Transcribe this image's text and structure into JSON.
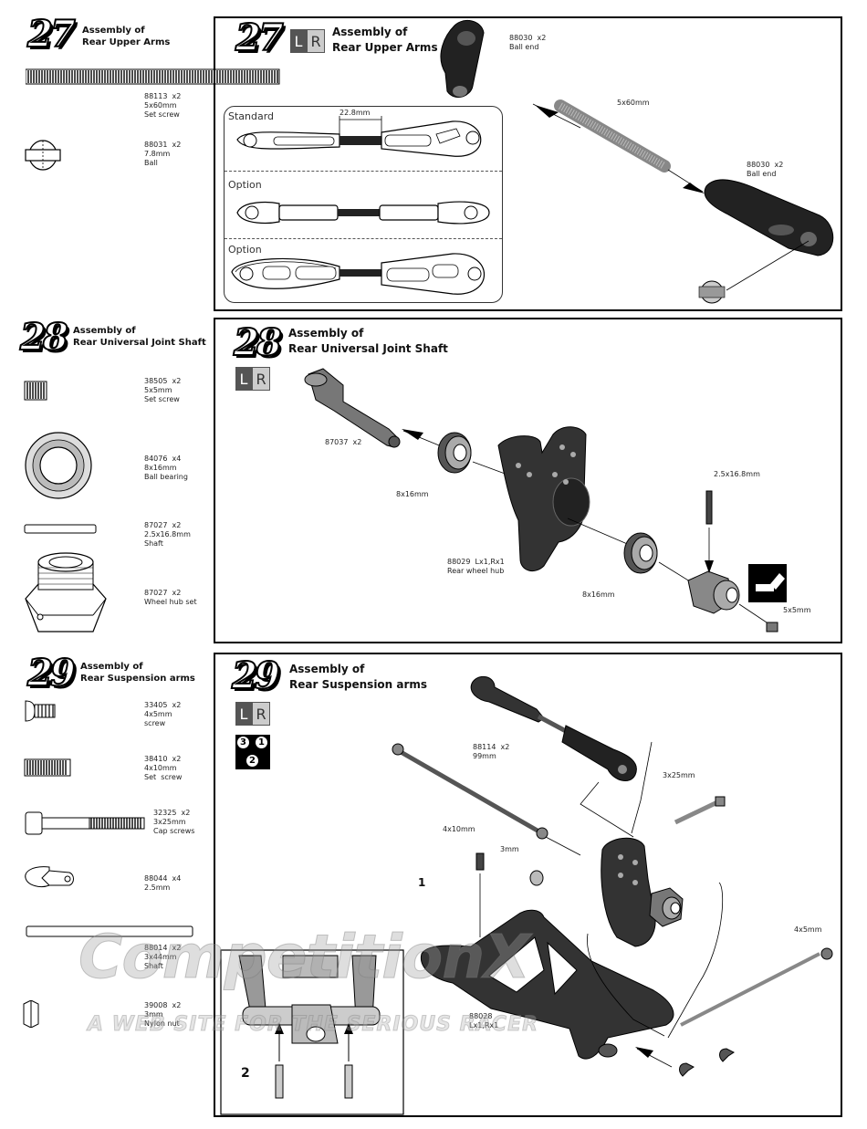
{
  "steps": [
    {
      "number": "27",
      "title": "Assembly of\nRear Upper Arms",
      "parts": [
        {
          "code": "88113  x2\n5x60mm\nSet screw"
        },
        {
          "code": "88031  x2\n7.8mm\nBall"
        }
      ],
      "diagram": {
        "side_badge": [
          "L",
          "R"
        ],
        "variants": [
          "Standard",
          "Option",
          "Option"
        ],
        "dimension": "22.8mm",
        "callouts": [
          "88030  x2\nBall end",
          "5x60mm",
          "88030  x2\nBall end"
        ]
      }
    },
    {
      "number": "28",
      "title": "Assembly of\nRear Universal Joint Shaft",
      "parts": [
        {
          "code": "38505  x2\n5x5mm\nSet screw"
        },
        {
          "code": "84076  x4\n8x16mm\nBall bearing"
        },
        {
          "code": "87027  x2\n2.5x16.8mm\nShaft"
        },
        {
          "code": "87027  x2\nWheel hub set"
        }
      ],
      "diagram": {
        "side_badge": [
          "L",
          "R"
        ],
        "callouts": [
          "87037  x2",
          "8x16mm",
          "88029  Lx1,Rx1\nRear wheel hub",
          "8x16mm",
          "2.5x16.8mm",
          "5x5mm"
        ]
      }
    },
    {
      "number": "29",
      "title": "Assembly of\nRear Suspension arms",
      "parts": [
        {
          "code": "33405  x2\n4x5mm\nscrew"
        },
        {
          "code": "38410  x2\n4x10mm\nSet  screw"
        },
        {
          "code": "32325  x2\n3x25mm\nCap screws"
        },
        {
          "code": "88044  x4\n2.5mm"
        },
        {
          "code": "88014  x2\n3x44mm\nShaft"
        },
        {
          "code": "39008  x2\n3mm\nNylon nut"
        }
      ],
      "diagram": {
        "side_badge": [
          "L",
          "R"
        ],
        "order_badge": [
          "3",
          "1",
          "2"
        ],
        "callouts": [
          "88114  x2\n99mm",
          "3x25mm",
          "4x10mm",
          "3mm",
          "1",
          "4x5mm",
          "88028\nLx1,Rx1",
          "2"
        ]
      }
    }
  ],
  "watermark": {
    "logo": "CompetitionX",
    "tagline": "A WEB SITE FOR THE SERIOUS RACER"
  }
}
